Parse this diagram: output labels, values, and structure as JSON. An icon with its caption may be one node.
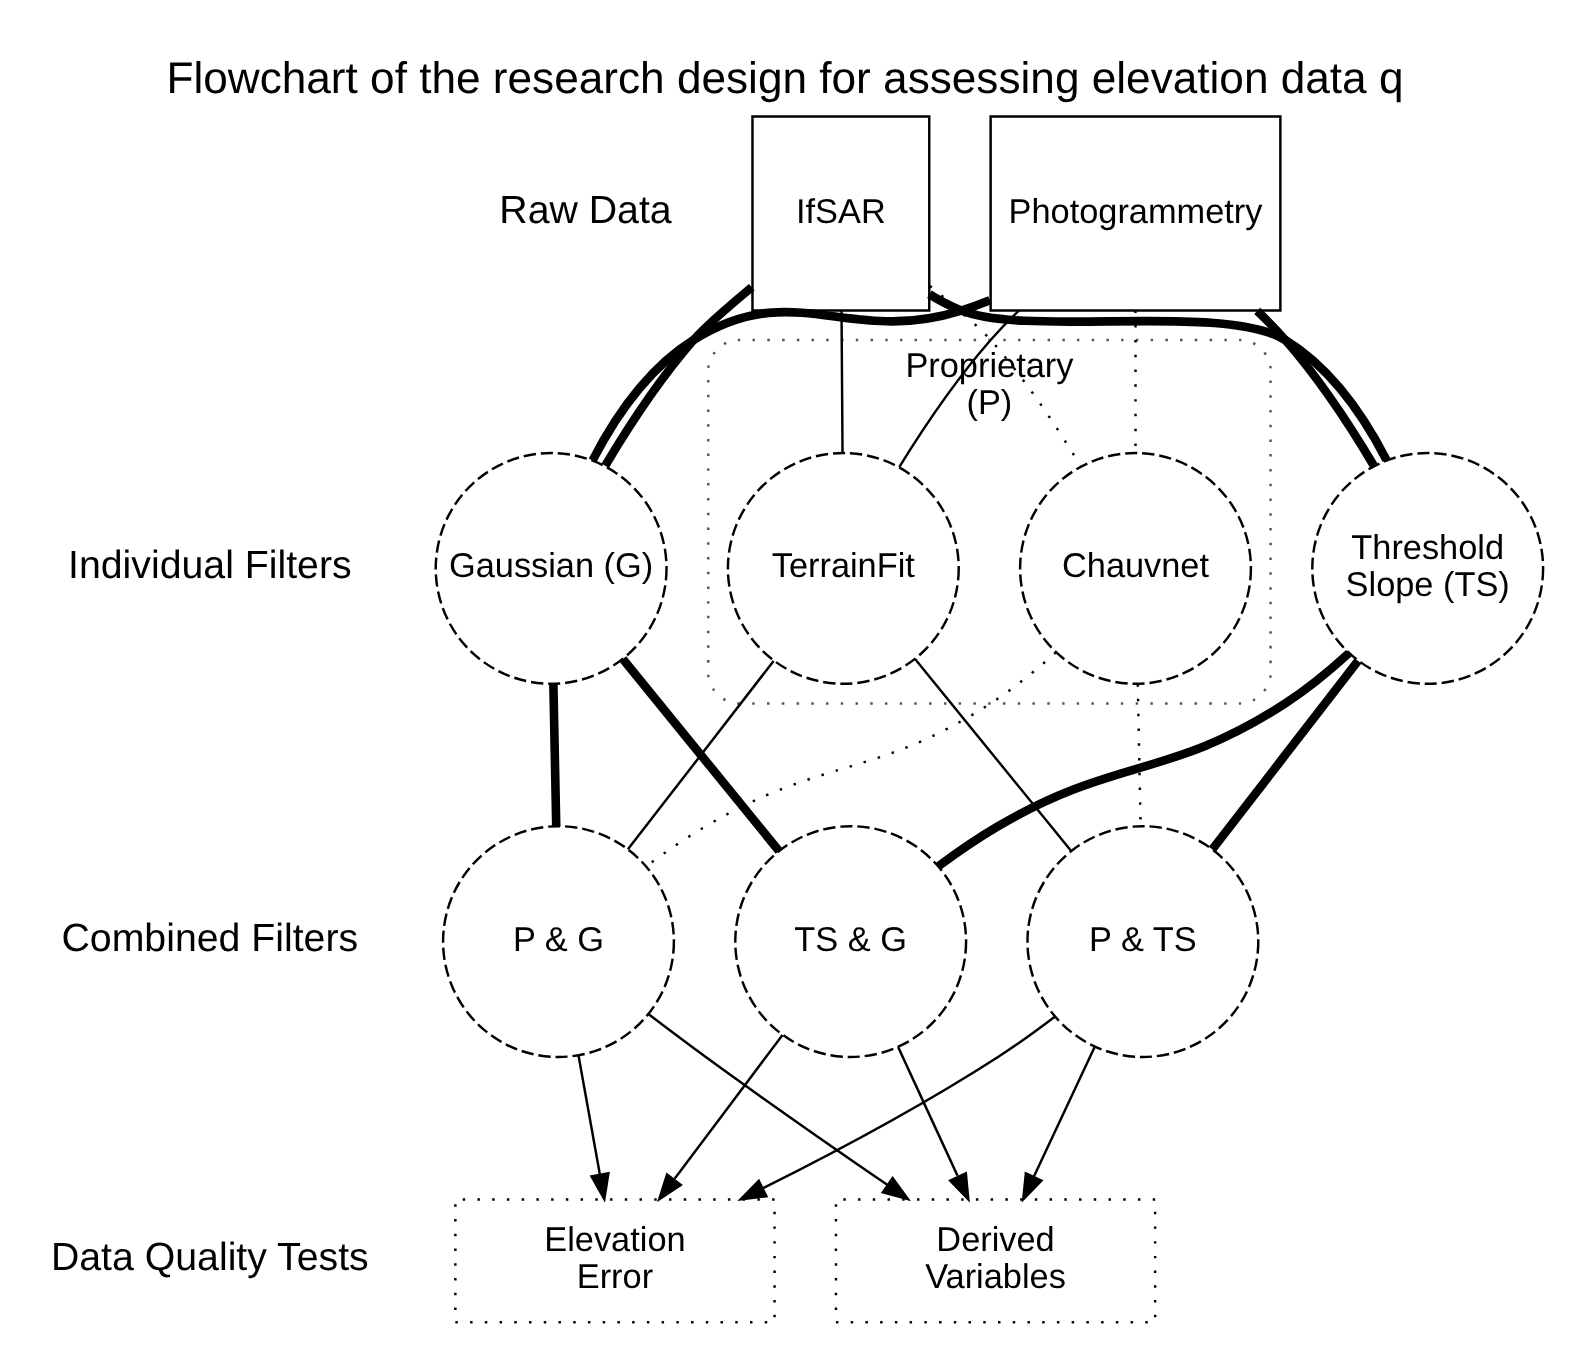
{
  "diagram": {
    "title": "Flowchart of the research design for assessing elevation data q",
    "nodes": [
      {
        "text": [
          "IfSAR"
        ]
      },
      {
        "text": [
          "Photogrammetry"
        ]
      },
      {
        "text": [
          "Proprietary (P)"
        ]
      },
      {
        "text": [
          "Gaussian (G)"
        ]
      },
      {
        "text": [
          "TerrainFit"
        ],
        "in": 2
      },
      {
        "text": [
          "Chauvnet"
        ],
        "in": 2
      },
      {
        "text": [
          "Threshold Slope (TS)"
        ]
      },
      {
        "text": [
          "P & G"
        ]
      },
      {
        "text": [
          "TS & G"
        ]
      },
      {
        "text": [
          "P & TS"
        ]
      },
      {
        "text": [
          "Elevation Error"
        ]
      },
      {
        "text": [
          "Derived Variables"
        ]
      }
    ],
    "edges": [
      {
        "from": 0,
        "to": 3,
        "arrow": "none",
        "style": "thick"
      },
      {
        "from": 1,
        "to": 3,
        "arrow": "none",
        "style": "thick"
      },
      {
        "from": 0,
        "to": 4,
        "arrow": "none"
      },
      {
        "from": 1,
        "to": 4,
        "arrow": "none"
      },
      {
        "from": 0,
        "to": 5,
        "arrow": "none",
        "style": "dashed"
      },
      {
        "from": 1,
        "to": 5,
        "arrow": "none",
        "style": "dashed"
      },
      {
        "from": 0,
        "to": 6,
        "arrow": "none",
        "style": "thick"
      },
      {
        "from": 1,
        "to": 6,
        "arrow": "none",
        "style": "thick"
      },
      {
        "from": 3,
        "to": 7,
        "arrow": "none",
        "style": "thick"
      },
      {
        "from": 3,
        "to": 8,
        "arrow": "none",
        "style": "thick"
      },
      {
        "from": 4,
        "to": 7,
        "arrow": "none"
      },
      {
        "from": 4,
        "to": 9,
        "arrow": "none"
      },
      {
        "from": 5,
        "to": 7,
        "arrow": "none",
        "style": "dashed"
      },
      {
        "from": 5,
        "to": 9,
        "arrow": "none",
        "style": "dashed"
      },
      {
        "from": 6,
        "to": 8,
        "arrow": "none",
        "style": "thick"
      },
      {
        "from": 6,
        "to": 9,
        "arrow": "none",
        "style": "thick"
      },
      {
        "from": 7,
        "to": 10,
        "arrow": "to"
      },
      {
        "from": 8,
        "to": 10,
        "arrow": "to"
      },
      {
        "from": 9,
        "to": 10,
        "arrow": "to"
      },
      {
        "from": 7,
        "to": 11,
        "arrow": "to"
      },
      {
        "from": 8,
        "to": 11,
        "arrow": "to"
      },
      {
        "from": 9,
        "to": 11,
        "arrow": "to"
      }
    ],
    "labels": [
      "Raw Data",
      "Individual Filters",
      "Combined Filters",
      "Data Quality Tests"
    ]
  }
}
